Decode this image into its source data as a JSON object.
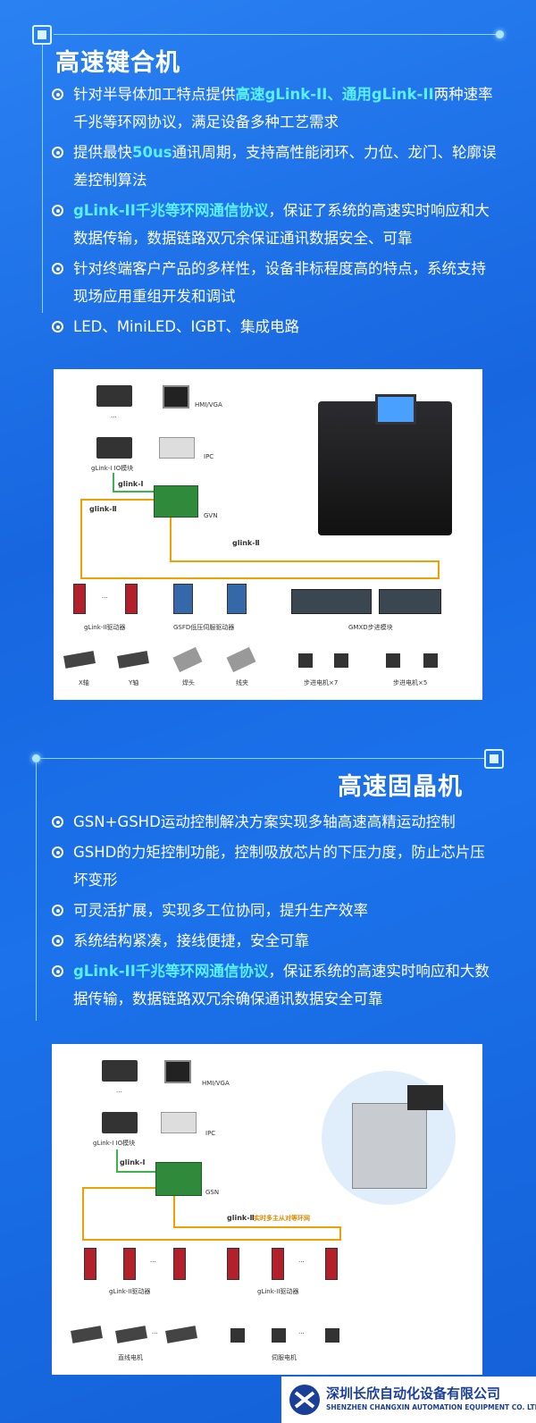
{
  "section1": {
    "title": "高速键合机",
    "items": [
      {
        "pre": "针对半导体加工特点提供",
        "hl": "高速gLink-II、通用gLink-II",
        "post": "两种速率千兆等环网协议，满足设备多种工艺需求"
      },
      {
        "pre": "提供最快",
        "hl": "50us",
        "post": "通讯周期，支持高性能闭环、力位、龙门、轮廓误差控制算法"
      },
      {
        "pre": "",
        "hl": "gLink-II千兆等环网通信协议",
        "post": "，保证了系统的高速实时响应和大数据传输，数据链路双冗余保证通讯数据安全、可靠"
      },
      {
        "pre": "针对终端客户产品的多样性，设备非标程度高的特点，系统支持现场应用重组开发和调试",
        "hl": "",
        "post": ""
      },
      {
        "pre": "LED、MiniLED、IGBT、集成电路",
        "hl": "",
        "post": ""
      }
    ],
    "diagram": {
      "hmi": "HMI/VGA",
      "ipc": "IPC",
      "io": "gLink-I IO模块",
      "glink1": "glink-Ⅰ",
      "glink2a": "glink-Ⅱ",
      "glink2b": "glink-Ⅱ",
      "gvn": "GVN",
      "drv1": "gLink-II驱动器",
      "drv2": "GSFD低压伺服驱动器",
      "gmxd": "GMXD步进模块",
      "ax1": "X轴",
      "ax2": "Y轴",
      "ax3": "焊头",
      "ax4": "线夹",
      "st1": "步进电机×7",
      "st2": "步进电机×5",
      "dots": "···"
    }
  },
  "section2": {
    "title": "高速固晶机",
    "items": [
      {
        "pre": "GSN+GSHD运动控制解决方案实现多轴高速高精运动控制",
        "hl": "",
        "post": ""
      },
      {
        "pre": "GSHD的力矩控制功能，控制吸放芯片的下压力度，防止芯片压坏变形",
        "hl": "",
        "post": ""
      },
      {
        "pre": "可灵活扩展，实现多工位协同，提升生产效率",
        "hl": "",
        "post": ""
      },
      {
        "pre": "系统结构紧凑，接线便捷，安全可靠",
        "hl": "",
        "post": ""
      },
      {
        "pre": "",
        "hl": "gLink-II千兆等环网通信协议",
        "post": "，保证系统的高速实时响应和大数据传输，数据链路双冗余确保通讯数据安全可靠"
      }
    ],
    "diagram": {
      "hmi": "HMI/VGA",
      "ipc": "IPC",
      "io": "gLink-I IO模块",
      "glink1": "glink-Ⅰ",
      "glink2": "glink-Ⅱ",
      "glink2note": "实时多主从对等环网",
      "gsn": "GSN",
      "drv1": "gLink-II驱动器",
      "drv2": "gLink-II驱动器",
      "m1": "直线电机",
      "m2": "伺服电机",
      "dots": "···"
    }
  },
  "footer": {
    "company_cn": "深圳长欣自动化设备有限公司",
    "company_en": "SHENZHEN CHANGXIN AUTOMATION EQUIPMENT CO. LTD",
    "logo_icon": "company-logo-icon"
  },
  "colors": {
    "background": "#1a6fe8",
    "highlight": "#59f0ff",
    "line": "#f0a000"
  }
}
